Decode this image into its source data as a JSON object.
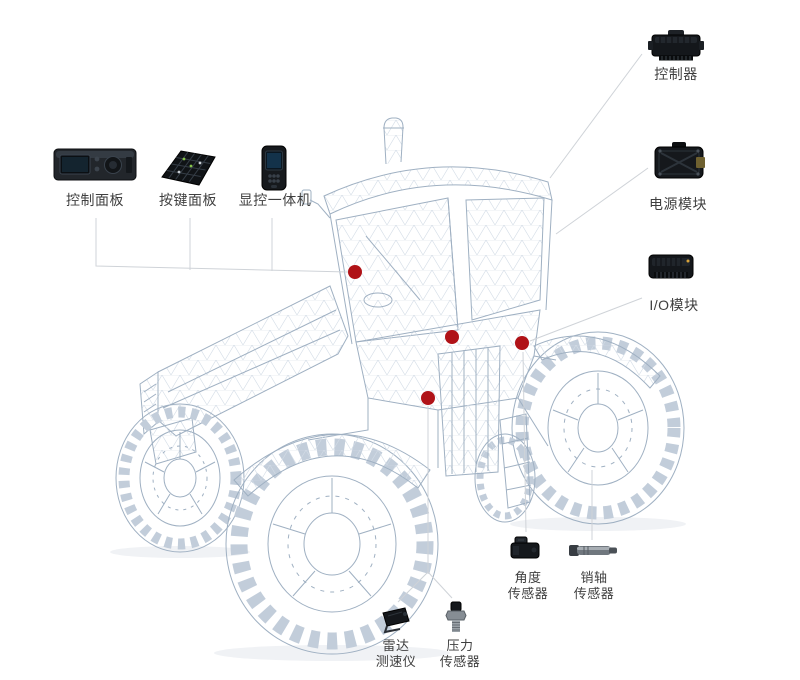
{
  "page": {
    "background": "#ffffff"
  },
  "diagram": {
    "name": "tractor-components-callout",
    "marker_color": "#b01217",
    "leader_line_color": "#cfd3d8",
    "wireframe_color": "#9fb0c2",
    "label_color": "#3f3f3f",
    "groups": {
      "cab_devices": [
        {
          "label": "控制面板",
          "icon": "control-panel-icon"
        },
        {
          "label": "按键面板",
          "icon": "keypad-panel-icon"
        },
        {
          "label": "显控一体机",
          "icon": "display-terminal-icon"
        }
      ],
      "right_modules": [
        {
          "label": "控制器",
          "icon": "controller-icon"
        },
        {
          "label": "电源模块",
          "icon": "power-module-icon"
        },
        {
          "label": "I/O模块",
          "icon": "io-module-icon"
        }
      ],
      "rear_sensors": [
        {
          "label": "角度\n传感器",
          "icon": "angle-sensor-icon"
        },
        {
          "label": "销轴\n传感器",
          "icon": "pin-shaft-sensor-icon"
        }
      ],
      "bottom_sensors": [
        {
          "label": "雷达\n测速仪",
          "icon": "radar-speed-sensor-icon"
        },
        {
          "label": "压力\n传感器",
          "icon": "pressure-sensor-icon"
        }
      ]
    }
  }
}
